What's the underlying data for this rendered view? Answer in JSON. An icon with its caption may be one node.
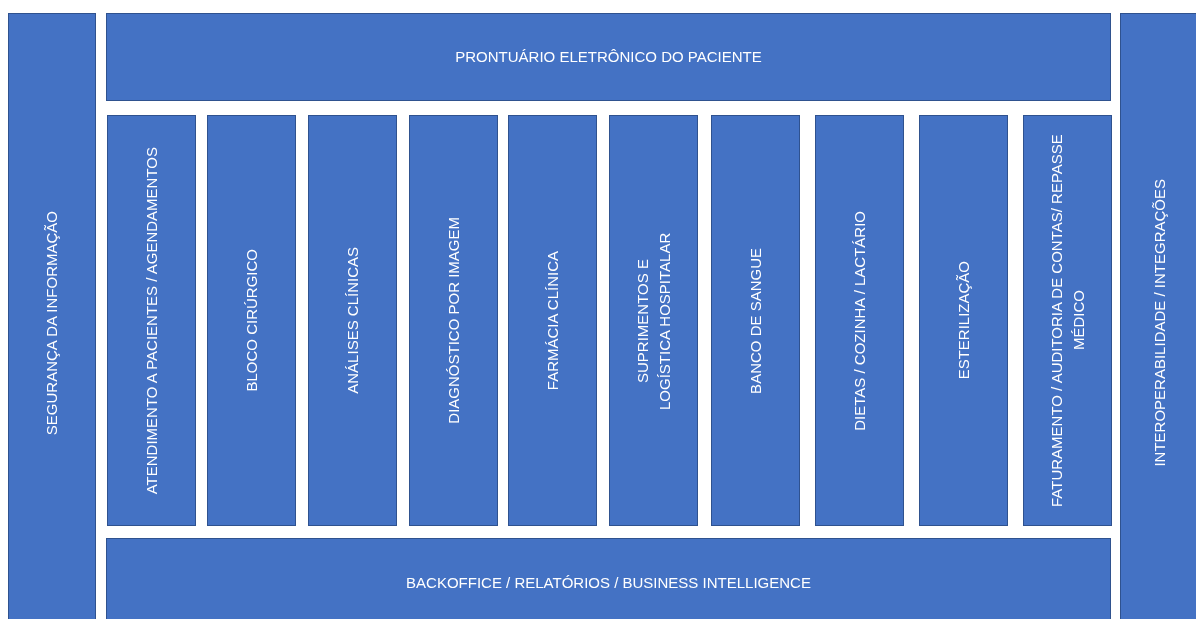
{
  "diagram": {
    "nodes": [
      {
        "text": [
          "SEGURANÇA DA INFORMAÇÃO"
        ]
      },
      {
        "text": [
          "PRONTUÁRIO ELETRÔNICO DO PACIENTE"
        ]
      },
      {
        "text": [
          "ATENDIMENTO A PACIENTES / AGENDAMENTOS"
        ]
      },
      {
        "text": [
          "BLOCO CIRÚRGICO"
        ]
      },
      {
        "text": [
          "ANÁLISES CLÍNICAS"
        ]
      },
      {
        "text": [
          "DIAGNÓSTICO POR IMAGEM"
        ]
      },
      {
        "text": [
          "FARMÁCIA CLÍNICA"
        ]
      },
      {
        "text": [
          "SUPRIMENTOS E LOGÍSTICA HOSPITALAR"
        ]
      },
      {
        "text": [
          "BANCO DE SANGUE"
        ]
      },
      {
        "text": [
          "DIETAS / COZINHA / LACTÁRIO"
        ]
      },
      {
        "text": [
          "ESTERILIZAÇÃO"
        ]
      },
      {
        "text": [
          "FATURAMENTO / AUDITORIA DE CONTAS/ REPASSE MÉDICO"
        ]
      },
      {
        "text": [
          "INTEROPERABILIDADE / INTEGRAÇÕES"
        ]
      },
      {
        "text": [
          "BACKOFFICE / RELATÓRIOS / BUSINESS INTELLIGENCE"
        ]
      }
    ]
  }
}
